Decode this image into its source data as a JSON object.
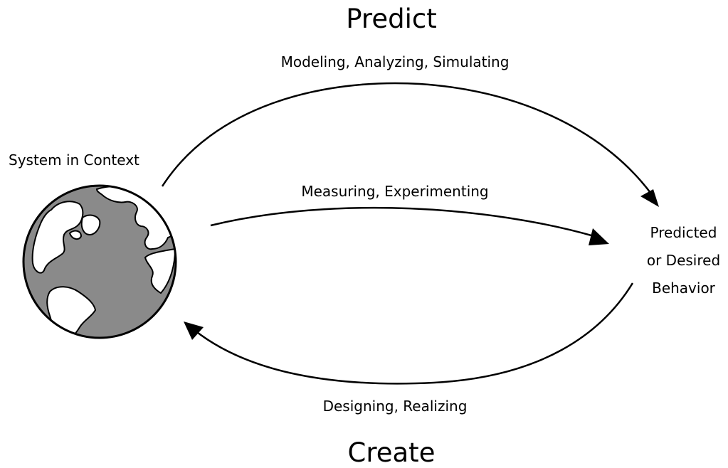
{
  "titles": {
    "predict": "Predict",
    "create": "Create"
  },
  "arrows": {
    "predict_methods": "Modeling, Analyzing, Simulating",
    "measure_methods": "Measuring, Experimenting",
    "create_methods": "Designing, Realizing"
  },
  "nodes": {
    "system": "System in Context",
    "behavior": [
      "Predicted",
      "or Desired",
      "Behavior"
    ]
  },
  "icons": {
    "system": "globe-icon"
  },
  "colors": {
    "ink": "#000000",
    "ocean": "#8a8a8a",
    "land": "#ffffff"
  }
}
